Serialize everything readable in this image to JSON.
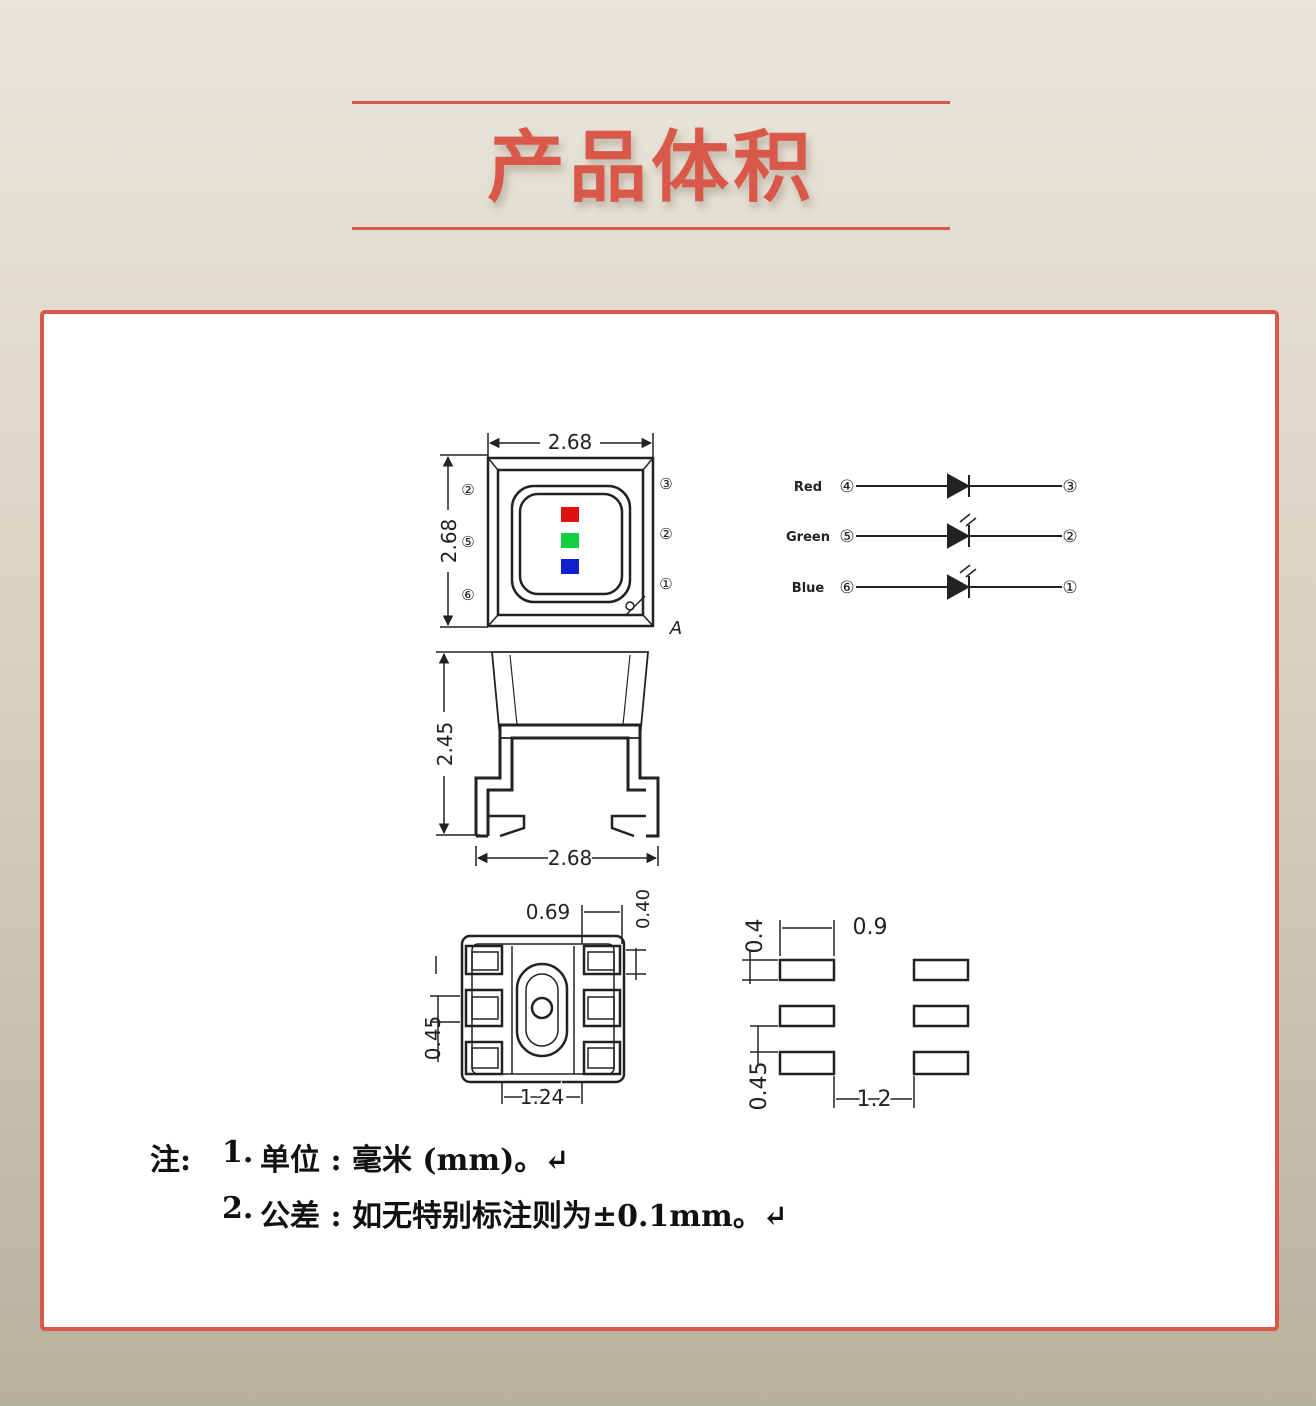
{
  "header": {
    "title": "产品体积"
  },
  "colors": {
    "accent": "#d9584a",
    "led_red": "#e01010",
    "led_green": "#10d040",
    "led_blue": "#1020d0"
  },
  "top_view": {
    "width_label": "2.68",
    "height_label": "2.68",
    "pin_left": [
      "②",
      "⑤",
      "⑥"
    ],
    "pin_right": [
      "③",
      "②",
      "①"
    ],
    "corner_mark": "A"
  },
  "side_view": {
    "height_label": "2.45",
    "width_label": "2.68"
  },
  "bottom_view": {
    "dim_top": "0.69",
    "dim_top_right": "0.40",
    "dim_left": "0.45",
    "dim_bottom": "1.24"
  },
  "pad_layout": {
    "dim_top": "0.9",
    "dim_left_top": "0.4",
    "dim_left_bottom": "0.45",
    "dim_bottom": "1.2"
  },
  "schematic": {
    "rows": [
      {
        "label": "Red",
        "left_pin": "④",
        "right_pin": "③"
      },
      {
        "label": "Green",
        "left_pin": "⑤",
        "right_pin": "②"
      },
      {
        "label": "Blue",
        "left_pin": "⑥",
        "right_pin": "①"
      }
    ]
  },
  "notes": {
    "prefix": "注:",
    "line1_num": "1.",
    "line1_text": "单位 : 毫米 (mm)。↵",
    "line2_num": "2.",
    "line2_text": "公差 : 如无特别标注则为±0.1mm。↵"
  }
}
